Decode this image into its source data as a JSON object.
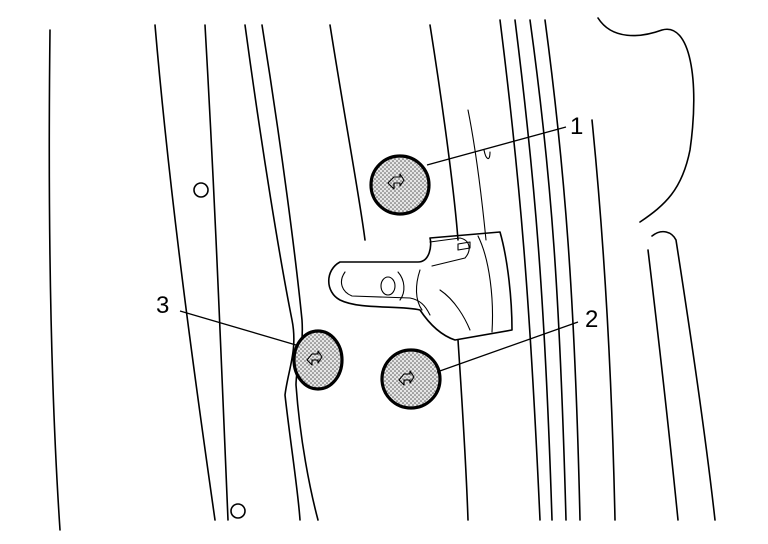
{
  "callouts": [
    {
      "label": "1"
    },
    {
      "label": "2"
    },
    {
      "label": "3"
    }
  ],
  "colors": {
    "line": "#000000",
    "background": "#ffffff",
    "bolt_fill": "#c8c8c8"
  },
  "icons": {
    "bolt_head": "torx-bolt-head-icon",
    "striker": "door-lock-striker"
  }
}
